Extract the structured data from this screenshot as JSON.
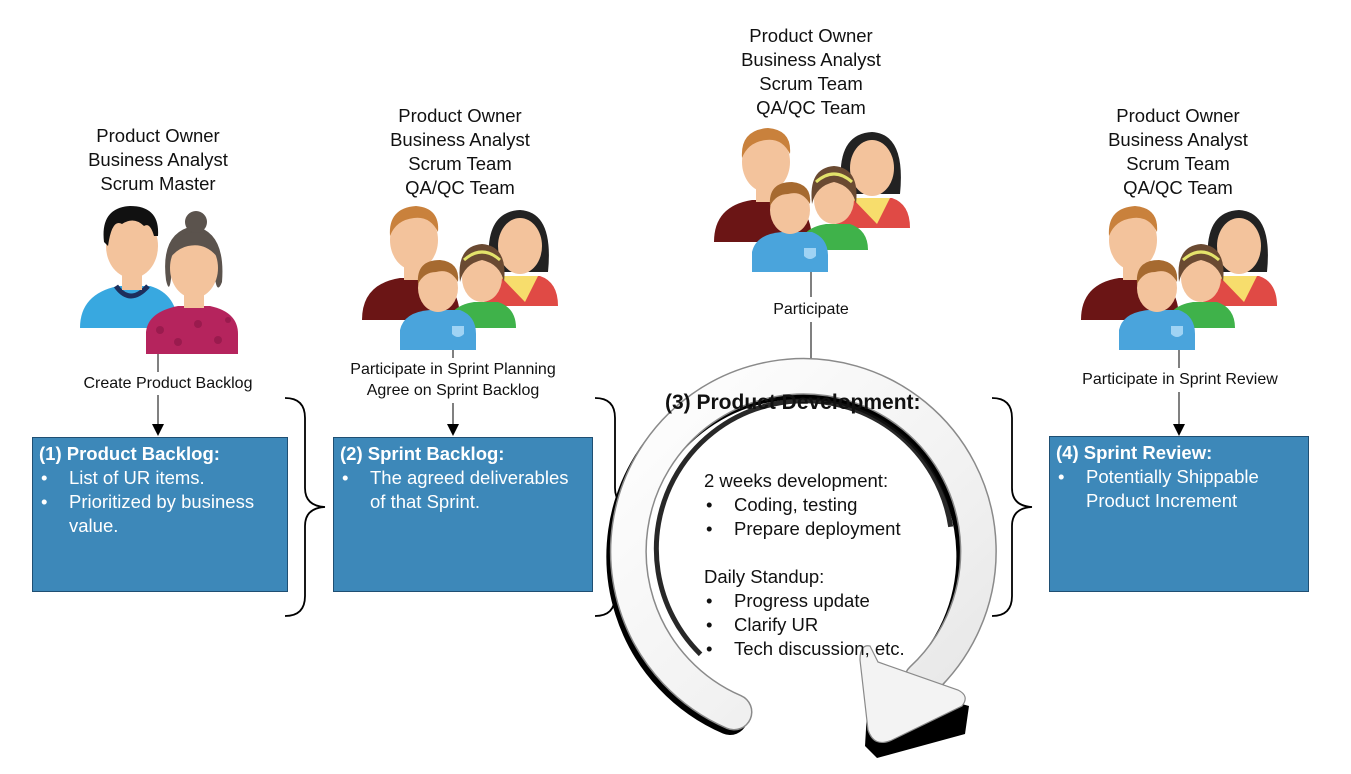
{
  "stages": [
    {
      "id": "product-backlog",
      "roles": [
        "Product Owner",
        "Business Analyst",
        "Scrum Master"
      ],
      "people_icon": "two-people-icon",
      "action": [
        "Create Product Backlog"
      ],
      "box": {
        "title": "(1) Product Backlog:",
        "bullets": [
          "List of UR items.",
          "Prioritized by business value."
        ]
      }
    },
    {
      "id": "sprint-backlog",
      "roles": [
        "Product Owner",
        "Business Analyst",
        "Scrum Team",
        "QA/QC Team"
      ],
      "people_icon": "team-people-icon",
      "action": [
        "Participate in Sprint Planning",
        "Agree on Sprint Backlog"
      ],
      "box": {
        "title": "(2) Sprint Backlog:",
        "bullets": [
          "The agreed deliverables of that Sprint."
        ]
      }
    },
    {
      "id": "product-development",
      "roles": [
        "Product Owner",
        "Business Analyst",
        "Scrum Team",
        "QA/QC Team"
      ],
      "people_icon": "team-people-icon",
      "action": [
        "Participate"
      ],
      "title": "(3) Product Development:",
      "section1_heading": "2 weeks development:",
      "section1_bullets": [
        "Coding, testing",
        "Prepare deployment"
      ],
      "section2_heading": "Daily Standup:",
      "section2_bullets": [
        "Progress update",
        "Clarify UR",
        "Tech discussion, etc."
      ]
    },
    {
      "id": "sprint-review",
      "roles": [
        "Product Owner",
        "Business Analyst",
        "Scrum Team",
        "QA/QC Team"
      ],
      "people_icon": "team-people-icon",
      "action": [
        "Participate in Sprint Review"
      ],
      "box": {
        "title": "(4) Sprint Review:",
        "bullets": [
          "Potentially Shippable Product Increment"
        ]
      }
    }
  ],
  "colors": {
    "box_fill": "#3d88b9",
    "box_border": "#1f4f73",
    "text": "#111111"
  }
}
